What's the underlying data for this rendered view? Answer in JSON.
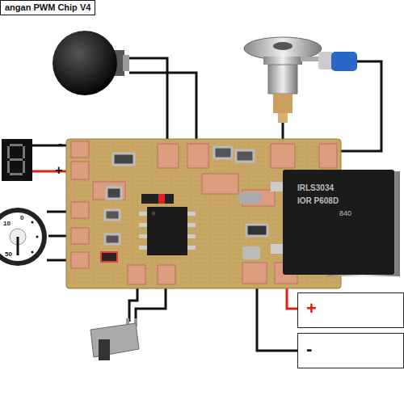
{
  "diagram": {
    "title": "angan PWM Chip V4",
    "nodes": [
      {
        "text": [
          "+"
        ]
      },
      {
        "text": [
          "-"
        ]
      }
    ],
    "labels": [
      "-",
      "+",
      "10",
      "0",
      "50",
      "IRLS3034",
      "IOR P608D",
      "840"
    ]
  }
}
